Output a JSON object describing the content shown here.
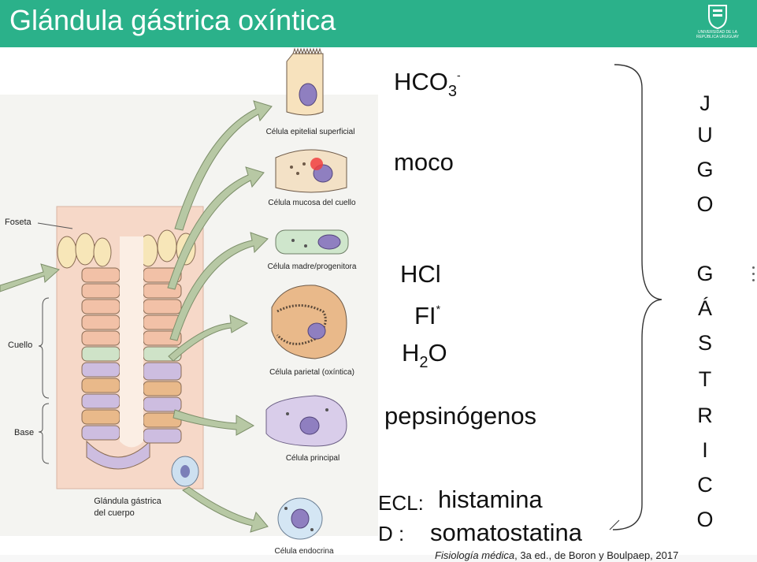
{
  "header": {
    "title": "Glándula gástrica oxíntica"
  },
  "logo": {
    "text": "UNIVERSIDAD DE LA REPÚBLICA URUGUAY"
  },
  "gland": {
    "foseta_label": "Foseta",
    "cuello_label": "Cuello",
    "base_label": "Base",
    "caption_line1": "Glándula gástrica",
    "caption_line2": "del cuerpo"
  },
  "cells": [
    {
      "label": "Célula epitelial superficial"
    },
    {
      "label": "Célula mucosa del cuello"
    },
    {
      "label": "Célula madre/progenitora"
    },
    {
      "label": "Célula parietal (oxíntica)"
    },
    {
      "label": "Célula principal"
    },
    {
      "label": "Célula endocrina"
    }
  ],
  "secretions": {
    "hco3_main": "HCO",
    "hco3_sub": "3",
    "hco3_sup": "-",
    "moco": "moco",
    "hcl": "HCl",
    "fi_main": "FI",
    "fi_sup": "*",
    "h2o_h": "H",
    "h2o_sub": "2",
    "h2o_o": "O",
    "pepsinogenos": "pepsinógenos",
    "ecl_label": "ECL:",
    "ecl_value": "histamina",
    "d_label": "D :",
    "d_value": "somatostatina"
  },
  "jugo": [
    "J",
    "U",
    "G",
    "O",
    "G",
    "Á",
    "S",
    "T",
    "R",
    "I",
    "C",
    "O"
  ],
  "reference": {
    "italic": "Fisiología médica",
    "rest": ", 3a ed., de Boron y Boulpaep, 2017"
  },
  "colors": {
    "title_bar": "#2bb18a"
  }
}
